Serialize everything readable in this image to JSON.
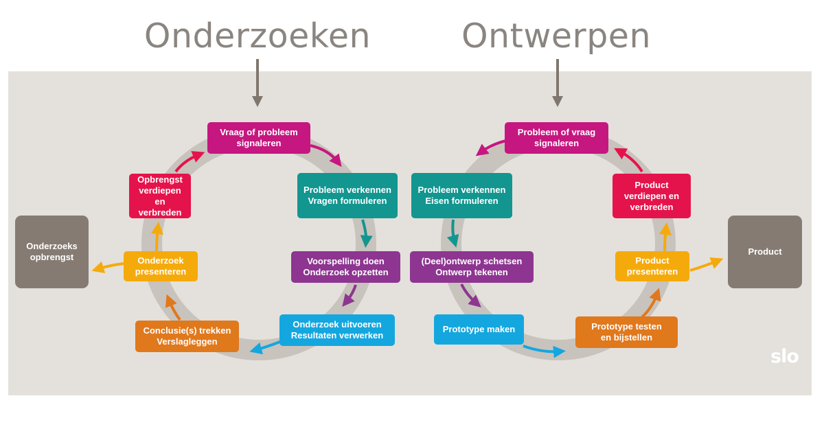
{
  "titles": {
    "left": "Onderzoeken",
    "right": "Ontwerpen"
  },
  "colors": {
    "magenta": "#c5177f",
    "red": "#e5134b",
    "teal": "#12968f",
    "purple": "#8d3590",
    "blue": "#14a7df",
    "orange": "#e0781c",
    "yellow": "#f5aa0c",
    "grey": "#857b72",
    "heading": "#8a8580",
    "panel": "#e4e1dc"
  },
  "research_cycle": {
    "outcome": "Onderzoeks\nopbrengst",
    "steps": [
      "Vraag of probleem\nsignaleren",
      "Probleem verkennen\nVragen formuleren",
      "Voorspelling doen\nOnderzoek opzetten",
      "Onderzoek uitvoeren\nResultaten verwerken",
      "Conclusie(s) trekken\nVerslagleggen",
      "Onderzoek\npresenteren",
      "Opbrengst\nverdiepen en\nverbreden"
    ]
  },
  "design_cycle": {
    "outcome": "Product",
    "steps": [
      "Probleem of vraag\nsignaleren",
      "Probleem verkennen\nEisen formuleren",
      "(Deel)ontwerp schetsen\nOntwerp tekenen",
      "Prototype maken",
      "Prototype testen\nen bijstellen",
      "Product\npresenteren",
      "Product\nverdiepen en\nverbreden"
    ]
  },
  "logo": "slo"
}
